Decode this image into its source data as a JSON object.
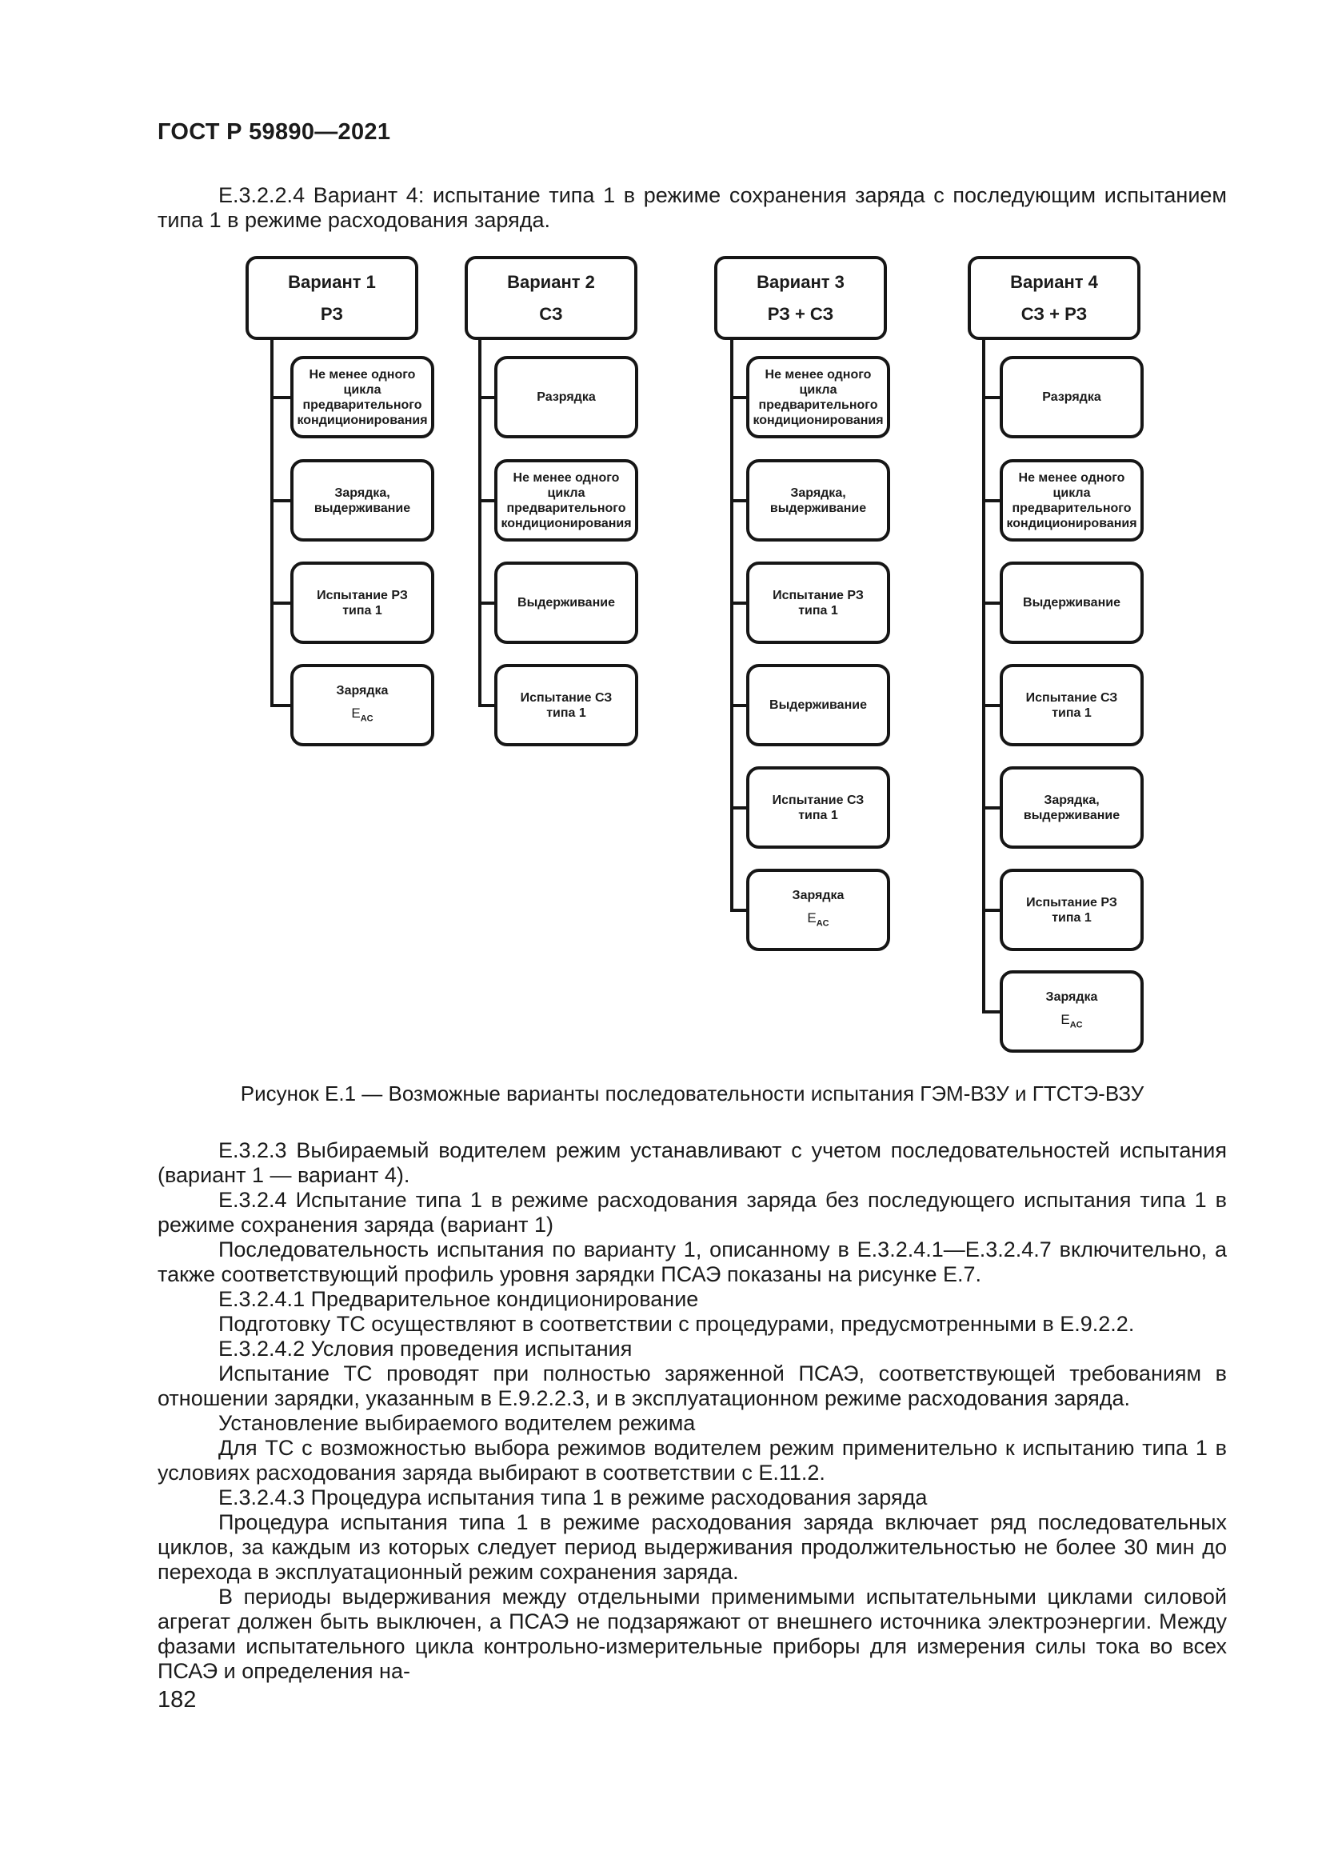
{
  "document": {
    "header": "ГОСТ Р 59890—2021",
    "intro": "Е.3.2.2.4 Вариант 4: испытание типа 1 в режиме сохранения заряда с последующим испытанием типа 1 в режиме расходования заряда.",
    "figure_caption": "Рисунок Е.1 — Возможные варианты последовательности испытания ГЭМ-ВЗУ и ГТСТЭ-ВЗУ",
    "page_number": "182"
  },
  "diagram": {
    "columns": [
      {
        "title": "Вариант 1",
        "subtitle": "РЗ",
        "boxes": [
          "Не менее одного\nцикла\nпредварительного\nкондиционирования",
          "Зарядка,\nвыдерживание",
          "Испытание РЗ\nтипа 1",
          "Зарядка\nE_{AC}"
        ]
      },
      {
        "title": "Вариант 2",
        "subtitle": "СЗ",
        "boxes": [
          "Разрядка",
          "Не менее одного\nцикла\nпредварительного\nкондиционирования",
          "Выдерживание",
          "Испытание СЗ\nтипа 1"
        ]
      },
      {
        "title": "Вариант 3",
        "subtitle": "РЗ + СЗ",
        "boxes": [
          "Не менее одного\nцикла\nпредварительного\nкондиционирования",
          "Зарядка,\nвыдерживание",
          "Испытание РЗ\nтипа 1",
          "Выдерживание",
          "Испытание СЗ\nтипа 1",
          "Зарядка\nE_{AC}"
        ]
      },
      {
        "title": "Вариант 4",
        "subtitle": "СЗ + РЗ",
        "boxes": [
          "Разрядка",
          "Не менее одного\nцикла\nпредварительного\nкондиционирования",
          "Выдерживание",
          "Испытание СЗ\nтипа 1",
          "Зарядка,\nвыдерживание",
          "Испытание РЗ\nтипа 1",
          "Зарядка\nE_{AC}"
        ]
      }
    ]
  },
  "body_paragraphs": [
    "Е.3.2.3 Выбираемый водителем режим устанавливают с учетом последовательностей испытания (вариант 1 — вариант 4).",
    "Е.3.2.4 Испытание типа 1 в режиме расходования заряда без последующего испытания типа 1 в режиме сохранения заряда (вариант 1)",
    "Последовательность испытания по варианту 1, описанному в Е.3.2.4.1—Е.3.2.4.7 включительно, а также соответствующий профиль уровня зарядки ПСАЭ показаны на рисунке Е.7.",
    "Е.3.2.4.1 Предварительное кондиционирование",
    "Подготовку ТС осуществляют в соответствии с процедурами, предусмотренными в Е.9.2.2.",
    "Е.3.2.4.2 Условия проведения испытания",
    "Испытание ТС проводят при полностью заряженной ПСАЭ, соответствующей требованиям в отношении зарядки, указанным в Е.9.2.2.3, и в эксплуатационном режиме расходования заряда.",
    "Установление выбираемого водителем режима",
    "Для ТС с возможностью выбора режимов водителем режим применительно к испытанию типа 1 в условиях расходования заряда выбирают в соответствии с Е.11.2.",
    "Е.3.2.4.3 Процедура испытания типа 1 в режиме расходования заряда",
    "Процедура испытания типа 1 в режиме расходования заряда включает ряд последовательных циклов, за каждым из которых следует период выдерживания продолжительностью не более 30 мин до перехода в эксплуатационный режим сохранения заряда.",
    "В периоды выдерживания между отдельными применимыми испытательными циклами силовой агрегат должен быть выключен, а ПСАЭ не подзаряжают от внешнего источника электроэнергии. Между фазами испытательного цикла контрольно-измерительные приборы для измерения силы тока во всех ПСАЭ и определения на-"
  ]
}
